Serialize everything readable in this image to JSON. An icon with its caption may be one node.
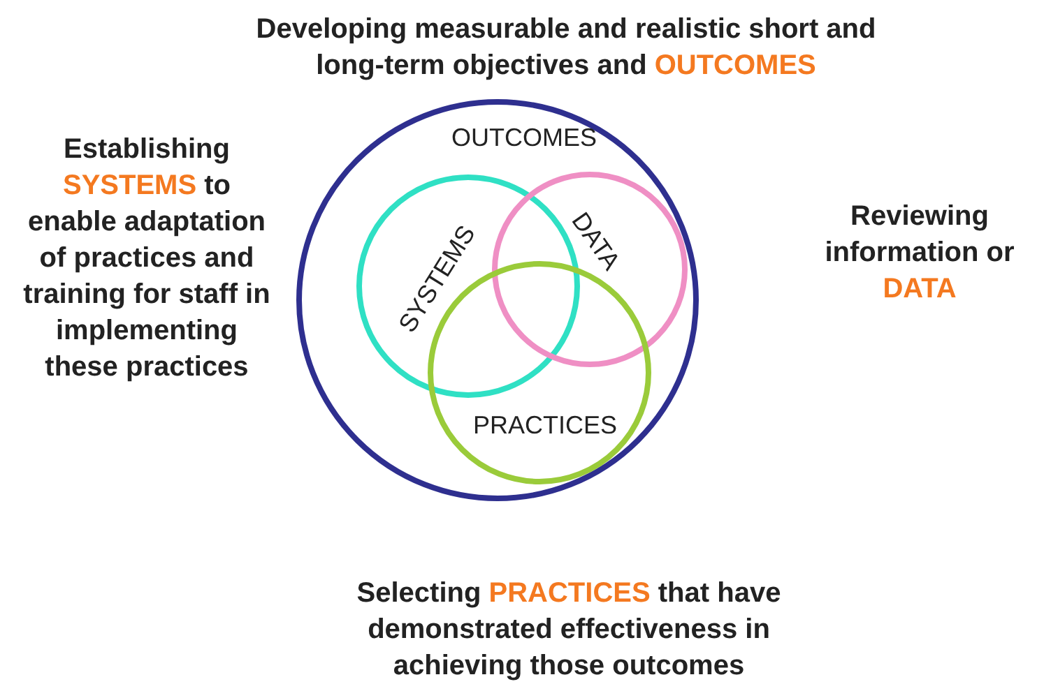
{
  "diagram": {
    "nodes": [
      {
        "text": [
          "OUTCOMES"
        ]
      },
      {
        "text": [
          "SYSTEMS"
        ],
        "in": 0
      },
      {
        "text": [
          "DATA"
        ],
        "in": 0
      },
      {
        "text": [
          "PRACTICES"
        ],
        "in": 0
      }
    ],
    "labels": [
      "Developing measurable and realistic short and long-term objectives and **OUTCOMES**",
      "Establishing **SYSTEMS** to enable adaptation of practices and training for staff in implementing these practices",
      "Reviewing information or **DATA**",
      "Selecting **PRACTICES** that have demonstrated effectiveness in achieving those outcomes"
    ]
  }
}
